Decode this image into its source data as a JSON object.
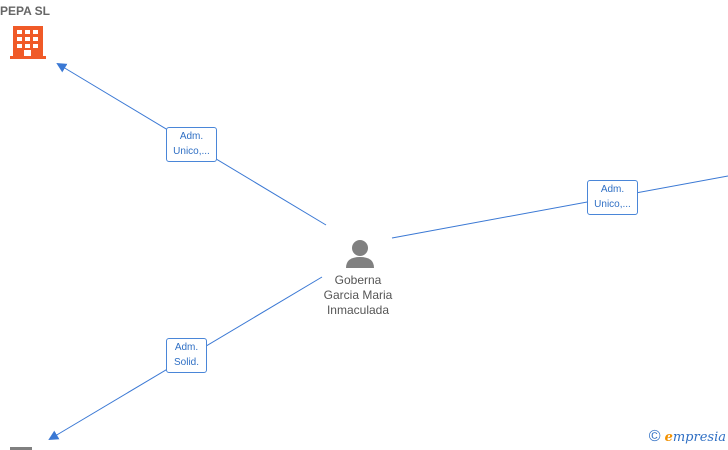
{
  "nodes": {
    "company": {
      "name": "PEPA SL",
      "icon": "building-icon",
      "color": "#f05a28"
    },
    "person": {
      "lines": [
        "Goberna",
        "Garcia Maria",
        "Inmaculada"
      ],
      "icon": "person-icon",
      "color": "#808080"
    }
  },
  "edges": [
    {
      "lines": [
        "Adm.",
        "Unico,..."
      ]
    },
    {
      "lines": [
        "Adm.",
        "Unico,..."
      ]
    },
    {
      "lines": [
        "Adm.",
        "Solid."
      ]
    }
  ],
  "footer": {
    "copyright": "©",
    "brand_first": "e",
    "brand_rest": "mpresia"
  },
  "colors": {
    "edge": "#3a78d4",
    "label_border": "#4a86d8"
  }
}
